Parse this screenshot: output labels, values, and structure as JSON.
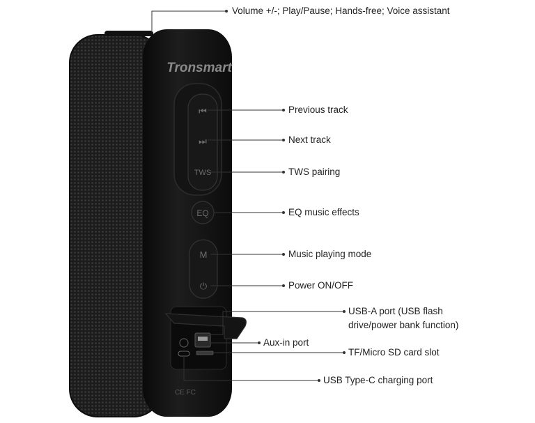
{
  "brand": "Tronsmart",
  "buttons": {
    "prev_glyph": "⏮",
    "next_glyph": "⏭",
    "tws": "TWS",
    "eq": "EQ",
    "mode": "M",
    "power_glyph": "⏻"
  },
  "certification_marks": "CE FC",
  "callouts": {
    "volume": "Volume +/-; Play/Pause; Hands-free; Voice assistant",
    "prev": "Previous track",
    "next": "Next track",
    "tws": "TWS pairing",
    "eq": "EQ music effects",
    "mode": "Music playing mode",
    "power": "Power ON/OFF",
    "usb_a": "USB-A port (USB flash drive/power bank function)",
    "aux": "Aux-in port",
    "tf": "TF/Micro SD card slot",
    "usb_c": "USB Type-C charging port"
  },
  "colors": {
    "body": "#1a1a1a",
    "mesh": "#262626",
    "button_text": "#6e6e6e",
    "line": "#333333",
    "text": "#222222"
  }
}
